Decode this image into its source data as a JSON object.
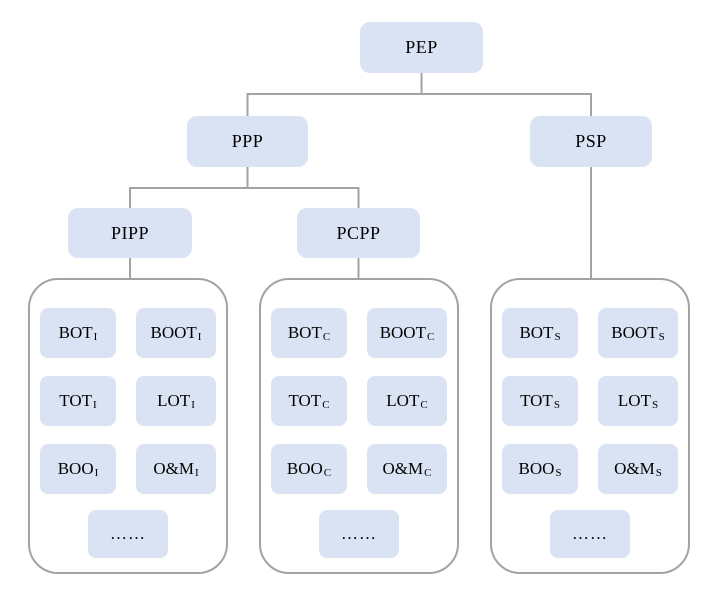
{
  "root": {
    "label": "PEP"
  },
  "level2": {
    "ppp": {
      "label": "PPP"
    },
    "psp": {
      "label": "PSP"
    }
  },
  "level3": {
    "pipp": {
      "label": "PIPP"
    },
    "pcpp": {
      "label": "PCPP"
    }
  },
  "groups": [
    {
      "name": "pipp-contract-family",
      "items": [
        {
          "base": "BOT",
          "sub": "I"
        },
        {
          "base": "BOOT",
          "sub": "I"
        },
        {
          "base": "TOT",
          "sub": "I"
        },
        {
          "base": "LOT",
          "sub": "I"
        },
        {
          "base": "BOO",
          "sub": "I"
        },
        {
          "base": "O&M",
          "sub": "I"
        }
      ],
      "more": "……"
    },
    {
      "name": "pcpp-contract-family",
      "items": [
        {
          "base": "BOT",
          "sub": "C"
        },
        {
          "base": "BOOT",
          "sub": "C"
        },
        {
          "base": "TOT",
          "sub": "C"
        },
        {
          "base": "LOT",
          "sub": "C"
        },
        {
          "base": "BOO",
          "sub": "C"
        },
        {
          "base": "O&M",
          "sub": "C"
        }
      ],
      "more": "……"
    },
    {
      "name": "psp-contract-family",
      "items": [
        {
          "base": "BOT",
          "sub": "S"
        },
        {
          "base": "BOOT",
          "sub": "S"
        },
        {
          "base": "TOT",
          "sub": "S"
        },
        {
          "base": "LOT",
          "sub": "S"
        },
        {
          "base": "BOO",
          "sub": "S"
        },
        {
          "base": "O&M",
          "sub": "S"
        }
      ],
      "more": "……"
    }
  ],
  "colors": {
    "node_fill": "#dae3f3",
    "line": "#a3a3a3",
    "group_border": "#a3a3a3",
    "text": "#000000",
    "background": "#ffffff"
  }
}
